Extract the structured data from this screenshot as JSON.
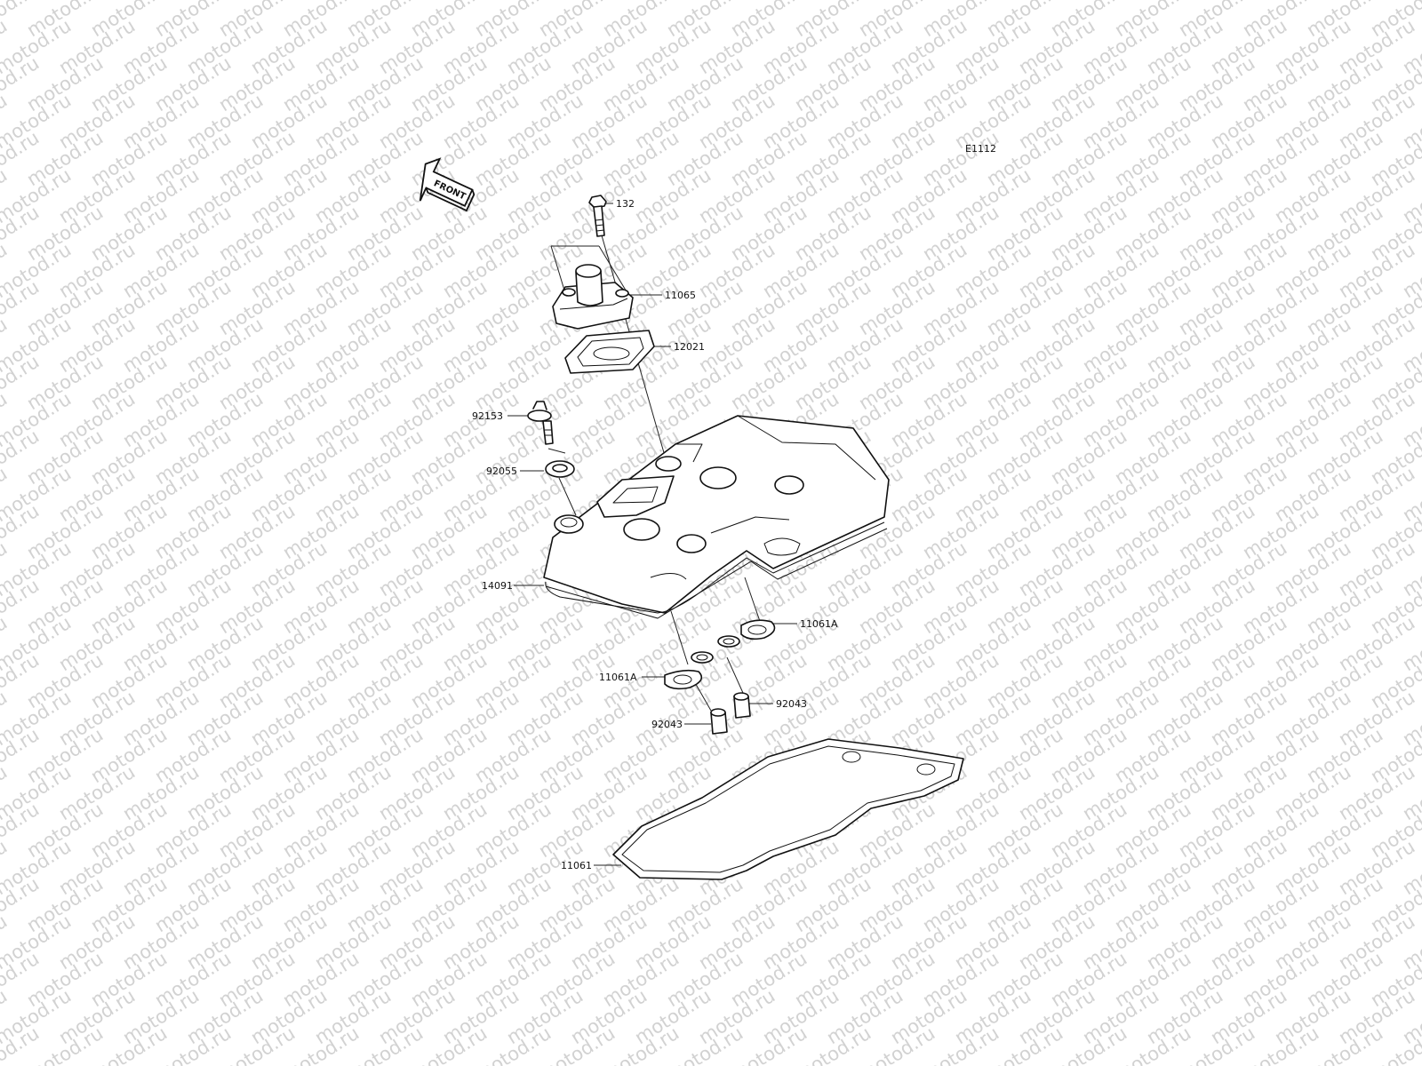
{
  "watermark": {
    "text": "motod.ru"
  },
  "diagram": {
    "code": "E1112",
    "front_marker": "FRONT",
    "callouts": [
      {
        "id": "c132",
        "text": "132"
      },
      {
        "id": "c11065",
        "text": "11065"
      },
      {
        "id": "c12021",
        "text": "12021"
      },
      {
        "id": "c92153",
        "text": "92153"
      },
      {
        "id": "c92055",
        "text": "92055"
      },
      {
        "id": "c14091",
        "text": "14091"
      },
      {
        "id": "c11061A_right",
        "text": "11061A"
      },
      {
        "id": "c11061A_left",
        "text": "11061A"
      },
      {
        "id": "c92043_right",
        "text": "92043"
      },
      {
        "id": "c92043_left",
        "text": "92043"
      },
      {
        "id": "c11061",
        "text": "11061"
      }
    ]
  }
}
